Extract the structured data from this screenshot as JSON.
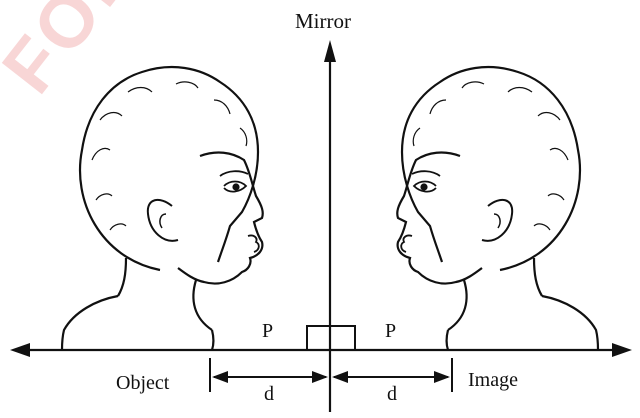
{
  "title": "Mirror",
  "labels": {
    "object": "Object",
    "image": "Image",
    "point_left": "P",
    "point_right": "P",
    "distance_left": "d",
    "distance_right": "d"
  },
  "watermark": "FOR OF",
  "colors": {
    "ink": "#111111",
    "watermark": "#e14646"
  }
}
